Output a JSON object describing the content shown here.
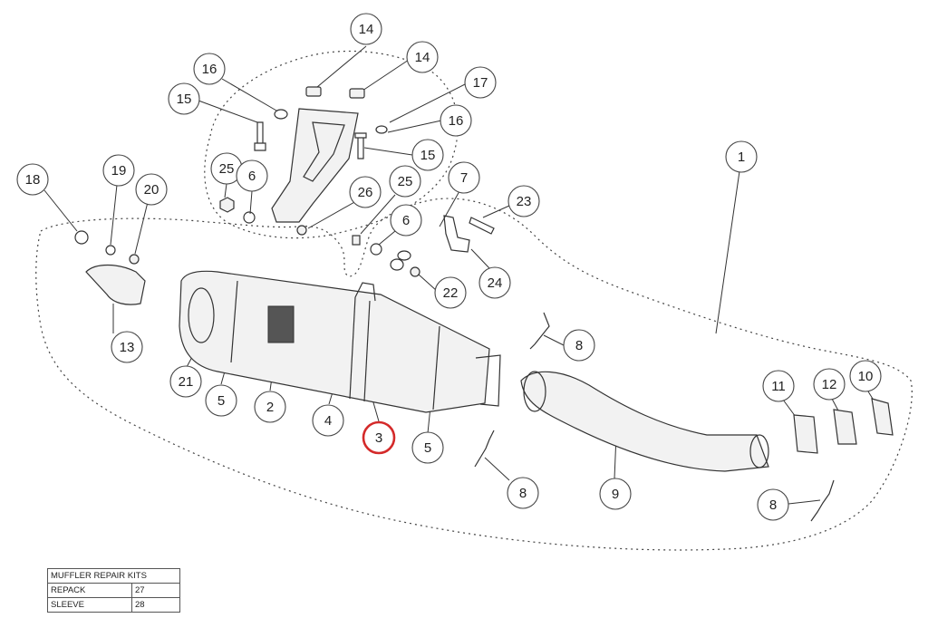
{
  "diagram": {
    "callouts": [
      {
        "id": "c14a",
        "label": "14"
      },
      {
        "id": "c14b",
        "label": "14"
      },
      {
        "id": "c16a",
        "label": "16"
      },
      {
        "id": "c17",
        "label": "17"
      },
      {
        "id": "c16b",
        "label": "16"
      },
      {
        "id": "c15a",
        "label": "15"
      },
      {
        "id": "c15b",
        "label": "15"
      },
      {
        "id": "c25a",
        "label": "25"
      },
      {
        "id": "c6a",
        "label": "6"
      },
      {
        "id": "c26",
        "label": "26"
      },
      {
        "id": "c25b",
        "label": "25"
      },
      {
        "id": "c7",
        "label": "7"
      },
      {
        "id": "c23",
        "label": "23"
      },
      {
        "id": "c6b",
        "label": "6"
      },
      {
        "id": "c18",
        "label": "18"
      },
      {
        "id": "c19",
        "label": "19"
      },
      {
        "id": "c20",
        "label": "20"
      },
      {
        "id": "c1",
        "label": "1"
      },
      {
        "id": "c22",
        "label": "22"
      },
      {
        "id": "c24",
        "label": "24"
      },
      {
        "id": "c13",
        "label": "13"
      },
      {
        "id": "c8a",
        "label": "8"
      },
      {
        "id": "c21",
        "label": "21"
      },
      {
        "id": "c5a",
        "label": "5"
      },
      {
        "id": "c2",
        "label": "2"
      },
      {
        "id": "c4",
        "label": "4"
      },
      {
        "id": "c3",
        "label": "3",
        "highlight": true
      },
      {
        "id": "c5b",
        "label": "5"
      },
      {
        "id": "c11",
        "label": "11"
      },
      {
        "id": "c12",
        "label": "12"
      },
      {
        "id": "c10",
        "label": "10"
      },
      {
        "id": "c8b",
        "label": "8"
      },
      {
        "id": "c9",
        "label": "9"
      },
      {
        "id": "c8c",
        "label": "8"
      }
    ],
    "highlight_color": "#d42a2a"
  },
  "repair_kits": {
    "title": "MUFFLER REPAIR KITS",
    "rows": [
      {
        "name": "REPACK",
        "code": "27"
      },
      {
        "name": "SLEEVE",
        "code": "28"
      }
    ]
  }
}
